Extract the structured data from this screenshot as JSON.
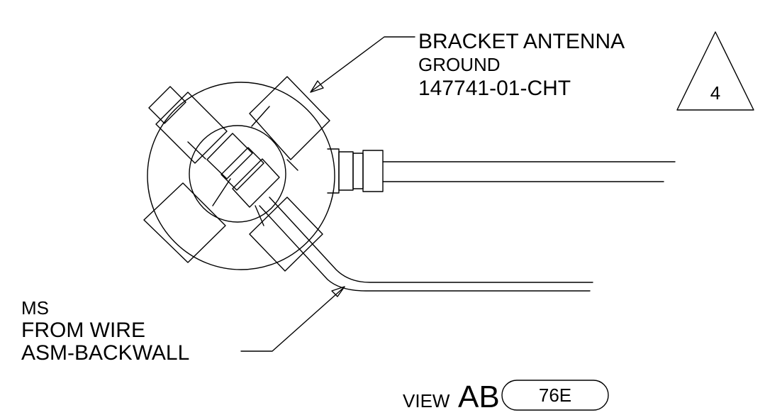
{
  "callout_top": {
    "line1": "BRACKET ANTENNA",
    "line2": "GROUND",
    "line3": "147741-01-CHT"
  },
  "callout_bottom": {
    "line1": "MS",
    "line2": "FROM WIRE",
    "line3": "ASM-BACKWALL"
  },
  "revision_triangle": {
    "value": "4"
  },
  "view": {
    "prefix": "VIEW",
    "id": "AB",
    "sheet_ref": "76E"
  },
  "colors": {
    "ink": "#000000",
    "paper": "#ffffff"
  }
}
